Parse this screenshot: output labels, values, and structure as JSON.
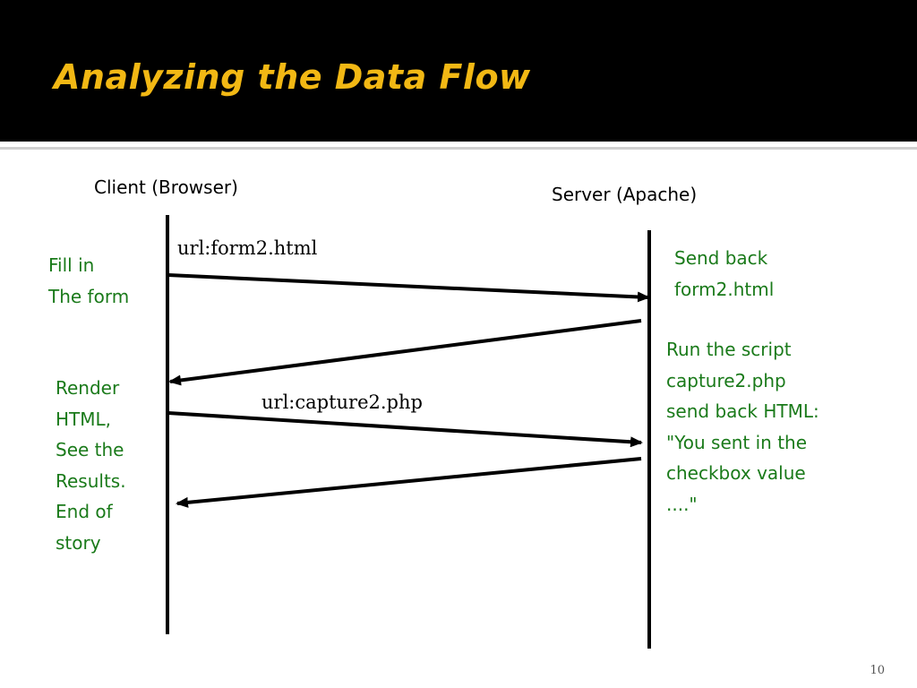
{
  "slide": {
    "title": "Analyzing the Data Flow",
    "page_number": "10"
  },
  "colors": {
    "header_bg": "#000000",
    "title": "#f2b814",
    "note_text": "#1a7a1a",
    "arrows": "#000000"
  },
  "lanes": {
    "client": "Client (Browser)",
    "server": "Server (Apache)"
  },
  "messages": {
    "request1": "url:form2.html",
    "request2": "url:capture2.php"
  },
  "notes": {
    "fill_form": [
      "Fill in",
      "The form"
    ],
    "send_back": [
      "Send back",
      "form2.html"
    ],
    "run_script": [
      "Run the script",
      "capture2.php",
      "send back HTML:",
      "\"You sent in the",
      "checkbox value",
      "....\""
    ],
    "render": [
      "Render",
      "HTML,",
      "See the",
      "Results.",
      "End of",
      "story"
    ]
  }
}
